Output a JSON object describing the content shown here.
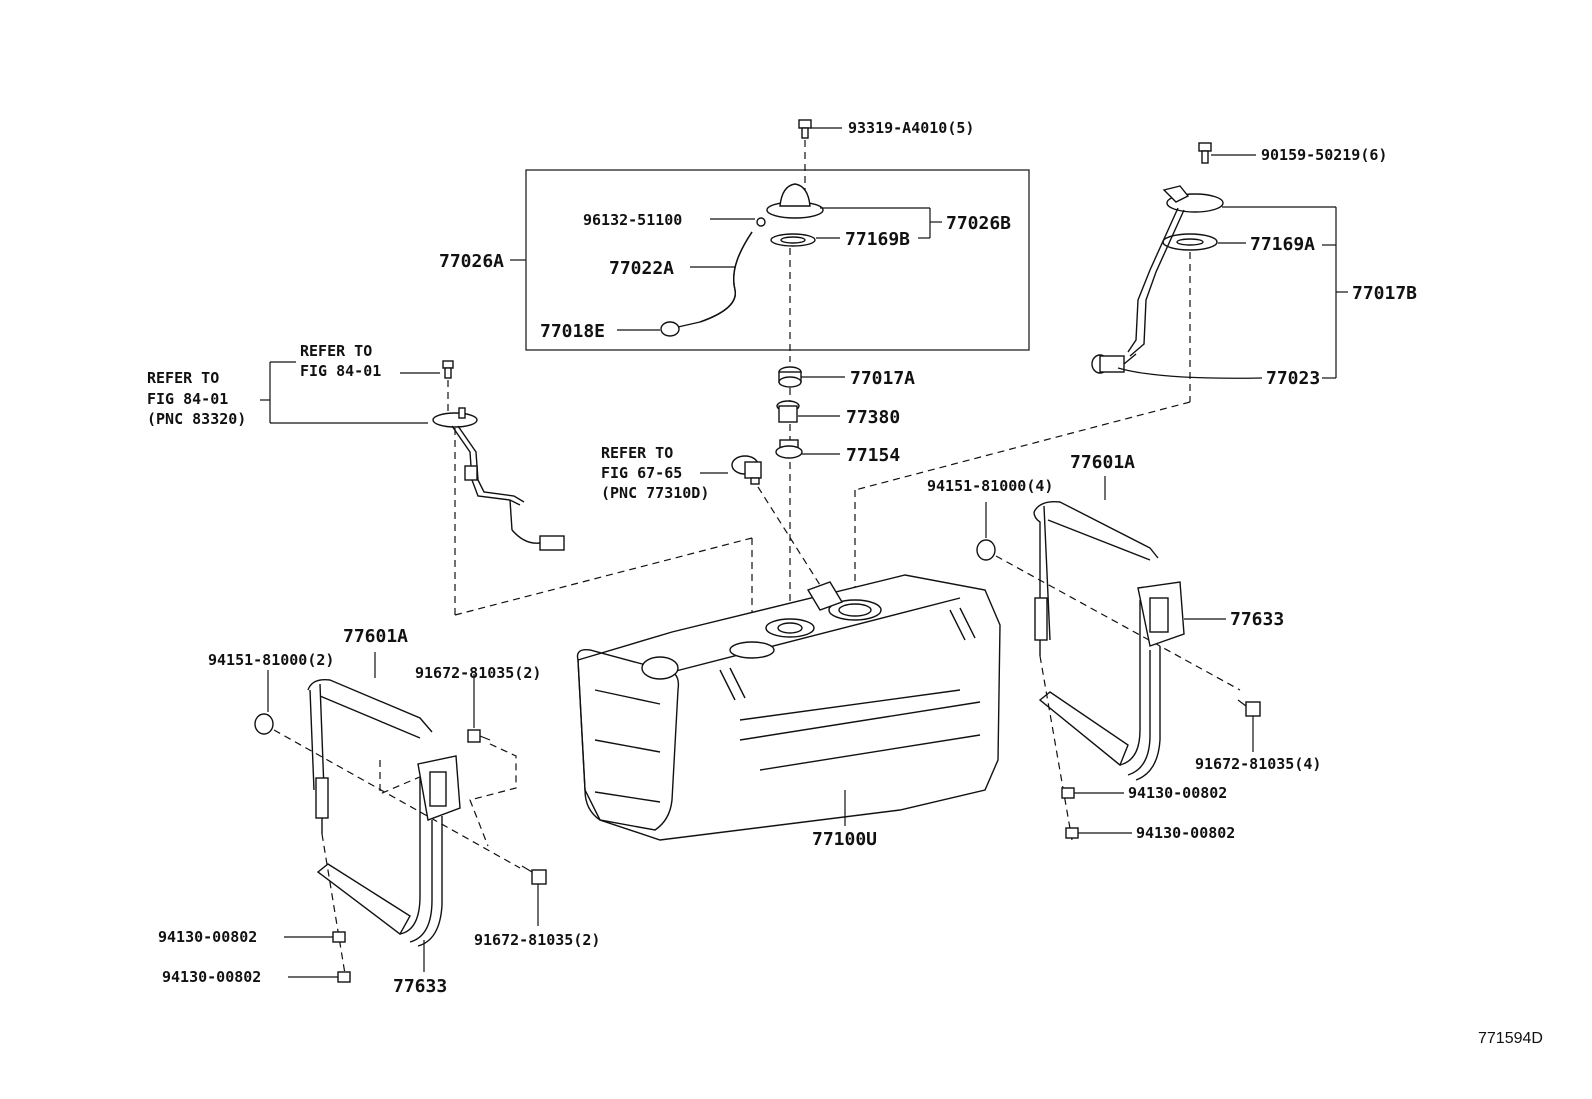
{
  "figure_id": "771594D",
  "labels": {
    "bolt_top": "93319-A4010(5)",
    "clip_96132": "96132-51100",
    "assy_77026B": "77026B",
    "gasket_77169B": "77169B",
    "assy_77026A": "77026A",
    "hose_77022A": "77022A",
    "sub_77018E": "77018E",
    "grommet_77017A": "77017A",
    "part_77380": "77380",
    "part_77154": "77154",
    "screw_90159": "90159-50219(6)",
    "gasket_77169A": "77169A",
    "gauge_77017B": "77017B",
    "filter_77023": "77023",
    "band_right_77601A": "77601A",
    "cushion_right": "94151-81000(4)",
    "bracket_right_77633": "77633",
    "bolt_right": "91672-81035(4)",
    "nut_right_a": "94130-00802",
    "nut_right_b": "94130-00802",
    "tank_77100U": "77100U",
    "band_left_77601A": "77601A",
    "cushion_left": "94151-81000(2)",
    "bolt_left_a": "91672-81035(2)",
    "bolt_left_b": "91672-81035(2)",
    "bracket_left_77633": "77633",
    "nut_left_a": "94130-00802",
    "nut_left_b": "94130-00802"
  },
  "refer_left": {
    "line1": "REFER TO",
    "line2": "FIG 84-01",
    "line3": "(PNC 83320)"
  },
  "refer_left_top": {
    "line1": "REFER TO",
    "line2": "FIG 84-01"
  },
  "refer_mid": {
    "line1": "REFER TO",
    "line2": "FIG 67-65",
    "line3": "(PNC 77310D)"
  }
}
